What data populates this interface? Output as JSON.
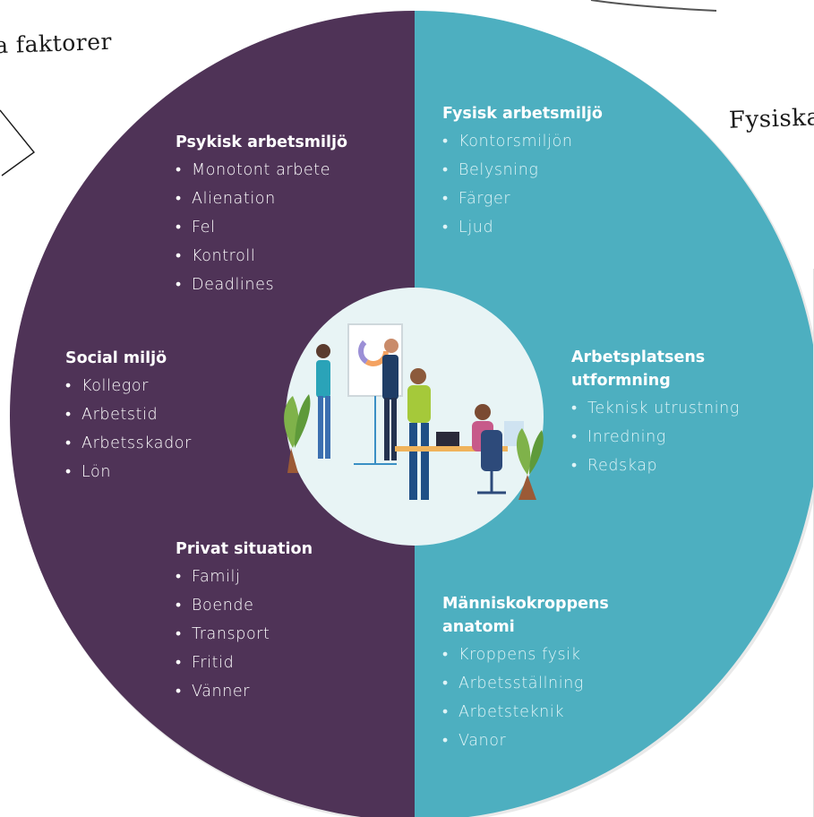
{
  "annotations": {
    "left": "a faktorer",
    "right": "Fysiska"
  },
  "colors": {
    "purple": "#4f3357",
    "teal": "#4dafc0",
    "center": "#e7f4f5"
  },
  "groups": {
    "psykisk": {
      "title": "Psykisk arbetsmiljö",
      "items": [
        "Monotont arbete",
        "Alienation",
        "Fel",
        "Kontroll",
        "Deadlines"
      ]
    },
    "social": {
      "title": "Social miljö",
      "items": [
        "Kollegor",
        "Arbetstid",
        "Arbetsskador",
        "Lön"
      ]
    },
    "privat": {
      "title": "Privat situation",
      "items": [
        "Familj",
        "Boende",
        "Transport",
        "Fritid",
        "Vänner"
      ]
    },
    "fysisk": {
      "title": "Fysisk arbetsmiljö",
      "items": [
        "Kontorsmiljön",
        "Belysning",
        "Färger",
        "Ljud"
      ]
    },
    "arbetsplats": {
      "title_line1": "Arbetsplatsens",
      "title_line2": "utformning",
      "items": [
        "Teknisk utrustning",
        "Inredning",
        "Redskap"
      ]
    },
    "anatomi": {
      "title_line1": "Människokroppens",
      "title_line2": "anatomi",
      "items": [
        "Kroppens fysik",
        "Arbetsställning",
        "Arbetsteknik",
        "Vanor"
      ]
    }
  },
  "center_image": "office-team-illustration"
}
